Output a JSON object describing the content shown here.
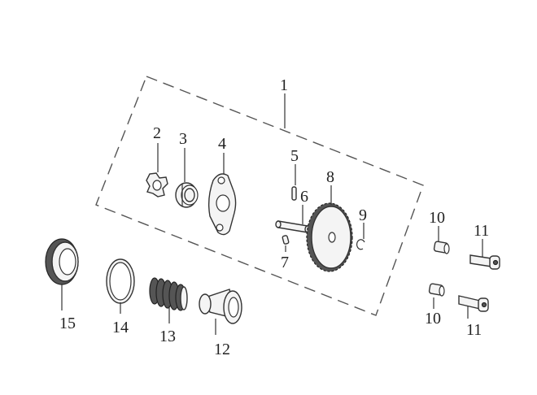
{
  "callouts": {
    "c1": "1",
    "c2": "2",
    "c3": "3",
    "c4": "4",
    "c5": "5",
    "c6": "6",
    "c7": "7",
    "c8": "8",
    "c9": "9",
    "c10a": "10",
    "c10b": "10",
    "c11a": "11",
    "c11b": "11",
    "c12": "12",
    "c13": "13",
    "c14": "14",
    "c15": "15"
  }
}
